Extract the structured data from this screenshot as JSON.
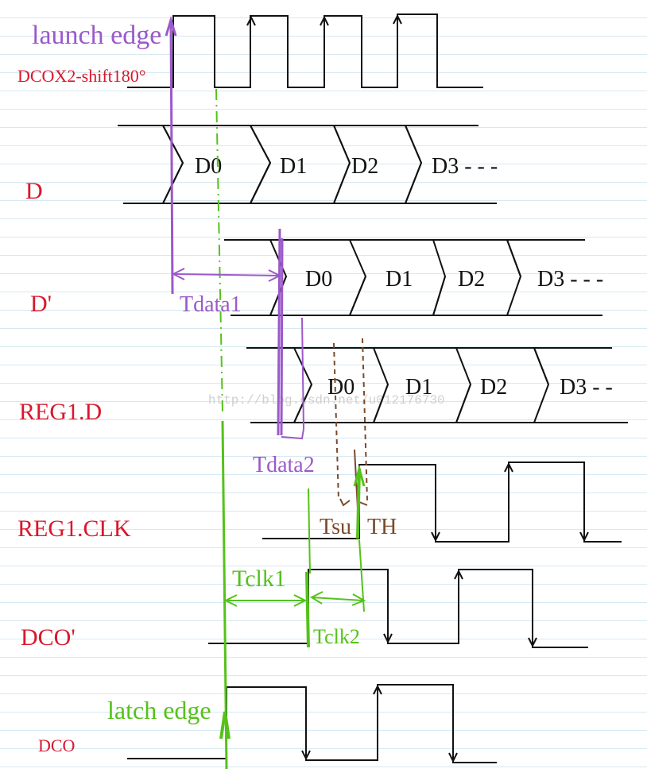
{
  "colors": {
    "signal_label": "#d8182c",
    "wave": "#111111",
    "launch": "#9b59c9",
    "latch": "#55c21a",
    "setup_hold": "#7a4a2a",
    "ruled_line": "#d6e9f2"
  },
  "annotations": {
    "launch_edge": "launch edge",
    "latch_edge": "latch edge",
    "tdata1": "Tdata1",
    "tdata2": "Tdata2",
    "tclk1": "Tclk1",
    "tclk2": "Tclk2",
    "tsu": "Tsu",
    "th": "TH"
  },
  "signals": {
    "dcox2": "DCOX2-shift180°",
    "d": "D",
    "d_prime": "D'",
    "reg1_d": "REG1.D",
    "reg1_clk": "REG1.CLK",
    "dco_prime": "DCO'",
    "dco": "DCO"
  },
  "data_words": {
    "d": [
      "D0",
      "D1",
      "D2",
      "D3 - - -"
    ],
    "d_prime": [
      "D0",
      "D1",
      "D2",
      "D3 - - -"
    ],
    "reg1_d": [
      "D0",
      "D1",
      "D2",
      "D3 - -"
    ]
  },
  "watermark": "http://blog.csdn.net/u012176730"
}
